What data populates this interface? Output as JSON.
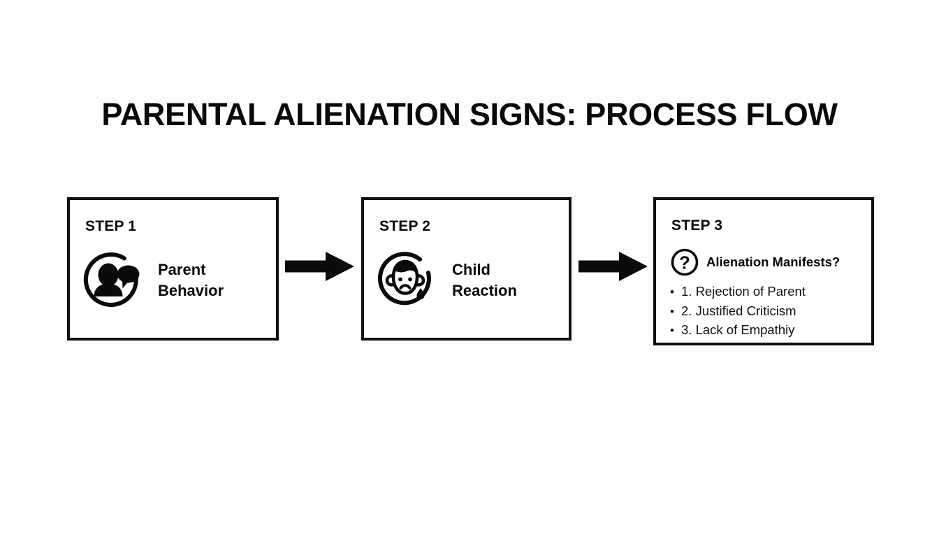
{
  "page": {
    "title": "PARENTAL ALIENATION SIGNS: PROCESS FLOW",
    "background_color": "#fdfdfd",
    "ink_color": "#0a0a0a"
  },
  "flow": {
    "steps": [
      {
        "label": "STEP 1",
        "caption": "Parent\nBehavior",
        "icon": "person-speech-bubble-icon"
      },
      {
        "label": "STEP 2",
        "caption": "Child\nReaction",
        "icon": "sad-child-face-tear-icon"
      },
      {
        "label": "STEP 3",
        "icon": "question-mark-circle-icon",
        "question": "Alienation Manifests?",
        "items": [
          "1. Rejection of Parent",
          "2. Justified Criticism",
          "3. Lack of Empathiy"
        ],
        "bullet": "•"
      }
    ],
    "connectors": [
      {
        "name": "arrow-step1-to-step2",
        "direction": "right"
      },
      {
        "name": "arrow-step2-to-step3",
        "direction": "right"
      }
    ]
  }
}
